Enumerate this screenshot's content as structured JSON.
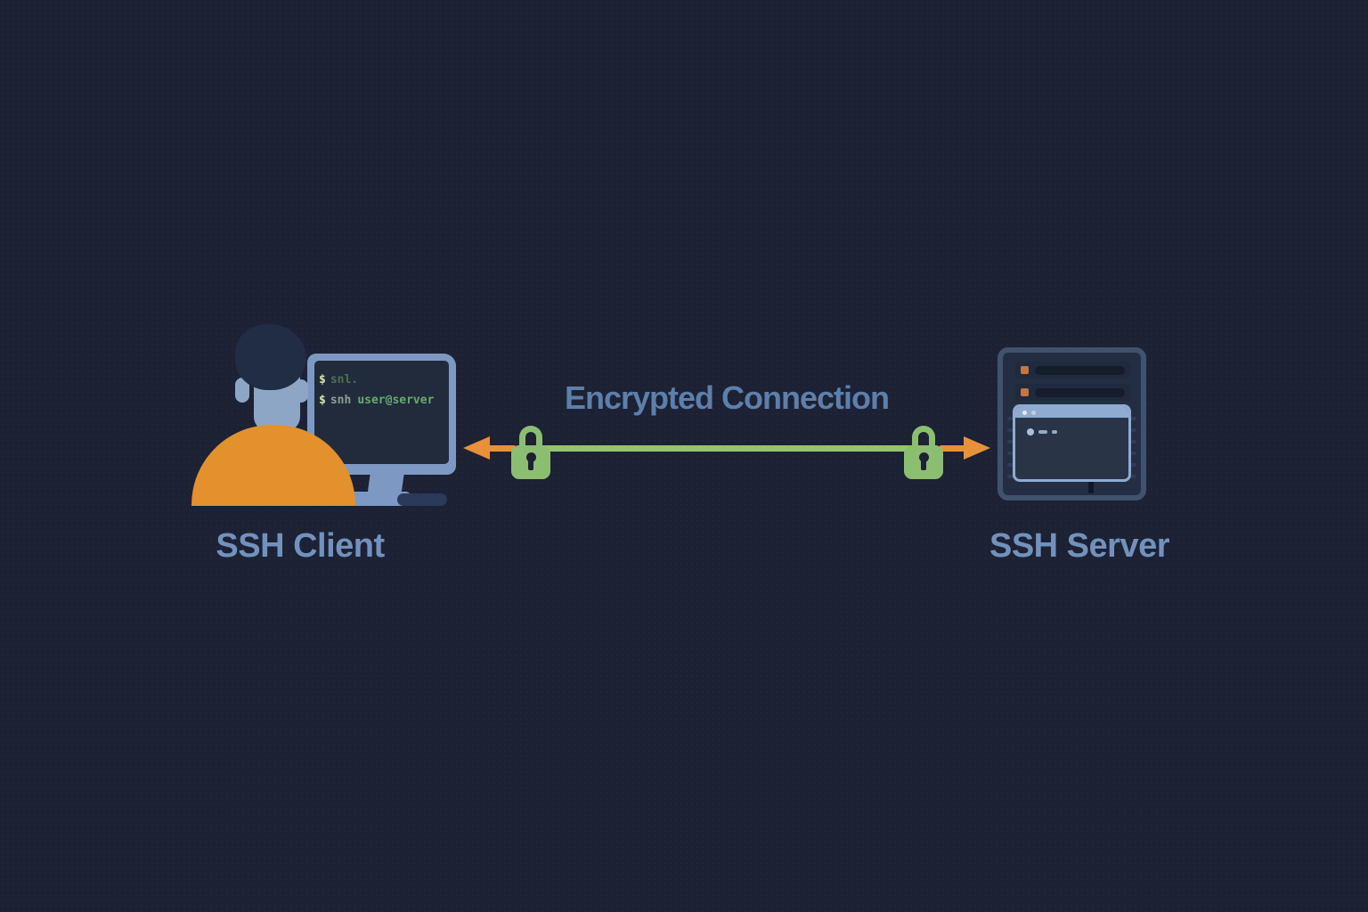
{
  "client": {
    "label": "SSH Client",
    "terminal": {
      "line1": {
        "prompt": "$",
        "command": "snl."
      },
      "line2": {
        "prompt": "$",
        "command": "snh",
        "argument": "user@server"
      }
    }
  },
  "connection": {
    "label": "Encrypted Connection",
    "left_lock_icon": "padlock-icon",
    "right_lock_icon": "padlock-icon",
    "line_color": "#93c46f",
    "lock_color": "#8cbe72",
    "arrow_color": "#e8913b"
  },
  "server": {
    "label": "SSH Server",
    "rack_led_color": "#c4763f"
  },
  "colors": {
    "background": "#1c2134",
    "label_text": "#7292bd",
    "connection_label_text": "#5d7fab",
    "monitor_frame": "#7d99c3",
    "screen": "#222b3b",
    "shirt_orange": "#e2912d",
    "skin_blue": "#8da6c6",
    "hair_navy": "#212d44",
    "terminal_green": "#67ab6d"
  }
}
